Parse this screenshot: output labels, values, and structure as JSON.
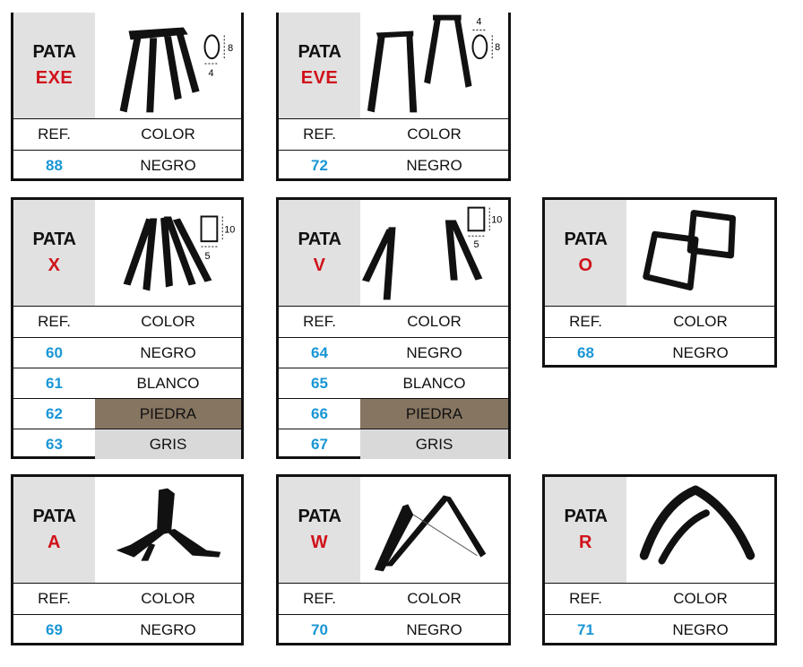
{
  "header_word": "PATA",
  "ref_header": "REF.",
  "color_header": "COLOR",
  "colors": {
    "accent_model": "#d0121b",
    "ref_number": "#1a96d5",
    "piedra": "#857561",
    "gris": "#d9d9d9",
    "label_bg": "#e1e1e1"
  },
  "cards": [
    {
      "model": "EXE",
      "icon": "four-leg-tapered-base-icon",
      "dim_a": "8",
      "dim_b": "4",
      "rows": [
        {
          "ref": "88",
          "color": "NEGRO",
          "swatch": ""
        }
      ]
    },
    {
      "model": "EVE",
      "icon": "pair-of-trapezoid-legs-icon",
      "dim_a": "4",
      "dim_b": "8",
      "rows": [
        {
          "ref": "72",
          "color": "NEGRO",
          "swatch": ""
        }
      ]
    },
    {
      "model": "X",
      "icon": "crossed-a-frame-legs-icon",
      "dim_a": "10",
      "dim_b": "5",
      "rows": [
        {
          "ref": "60",
          "color": "NEGRO",
          "swatch": ""
        },
        {
          "ref": "61",
          "color": "BLANCO",
          "swatch": ""
        },
        {
          "ref": "62",
          "color": "PIEDRA",
          "swatch": "piedra"
        },
        {
          "ref": "63",
          "color": "GRIS",
          "swatch": "gris"
        }
      ]
    },
    {
      "model": "V",
      "icon": "v-shaped-legs-icon",
      "dim_a": "10",
      "dim_b": "5",
      "rows": [
        {
          "ref": "64",
          "color": "NEGRO",
          "swatch": ""
        },
        {
          "ref": "65",
          "color": "BLANCO",
          "swatch": ""
        },
        {
          "ref": "66",
          "color": "PIEDRA",
          "swatch": "piedra"
        },
        {
          "ref": "67",
          "color": "GRIS",
          "swatch": "gris"
        }
      ]
    },
    {
      "model": "O",
      "icon": "square-frame-legs-icon",
      "rows": [
        {
          "ref": "68",
          "color": "NEGRO",
          "swatch": ""
        }
      ]
    },
    {
      "model": "A",
      "icon": "tripod-spider-base-icon",
      "rows": [
        {
          "ref": "69",
          "color": "NEGRO",
          "swatch": ""
        }
      ]
    },
    {
      "model": "W",
      "icon": "w-shaped-leg-icon",
      "rows": [
        {
          "ref": "70",
          "color": "NEGRO",
          "swatch": ""
        }
      ]
    },
    {
      "model": "R",
      "icon": "rounded-arch-legs-icon",
      "rows": [
        {
          "ref": "71",
          "color": "NEGRO",
          "swatch": ""
        }
      ]
    }
  ]
}
